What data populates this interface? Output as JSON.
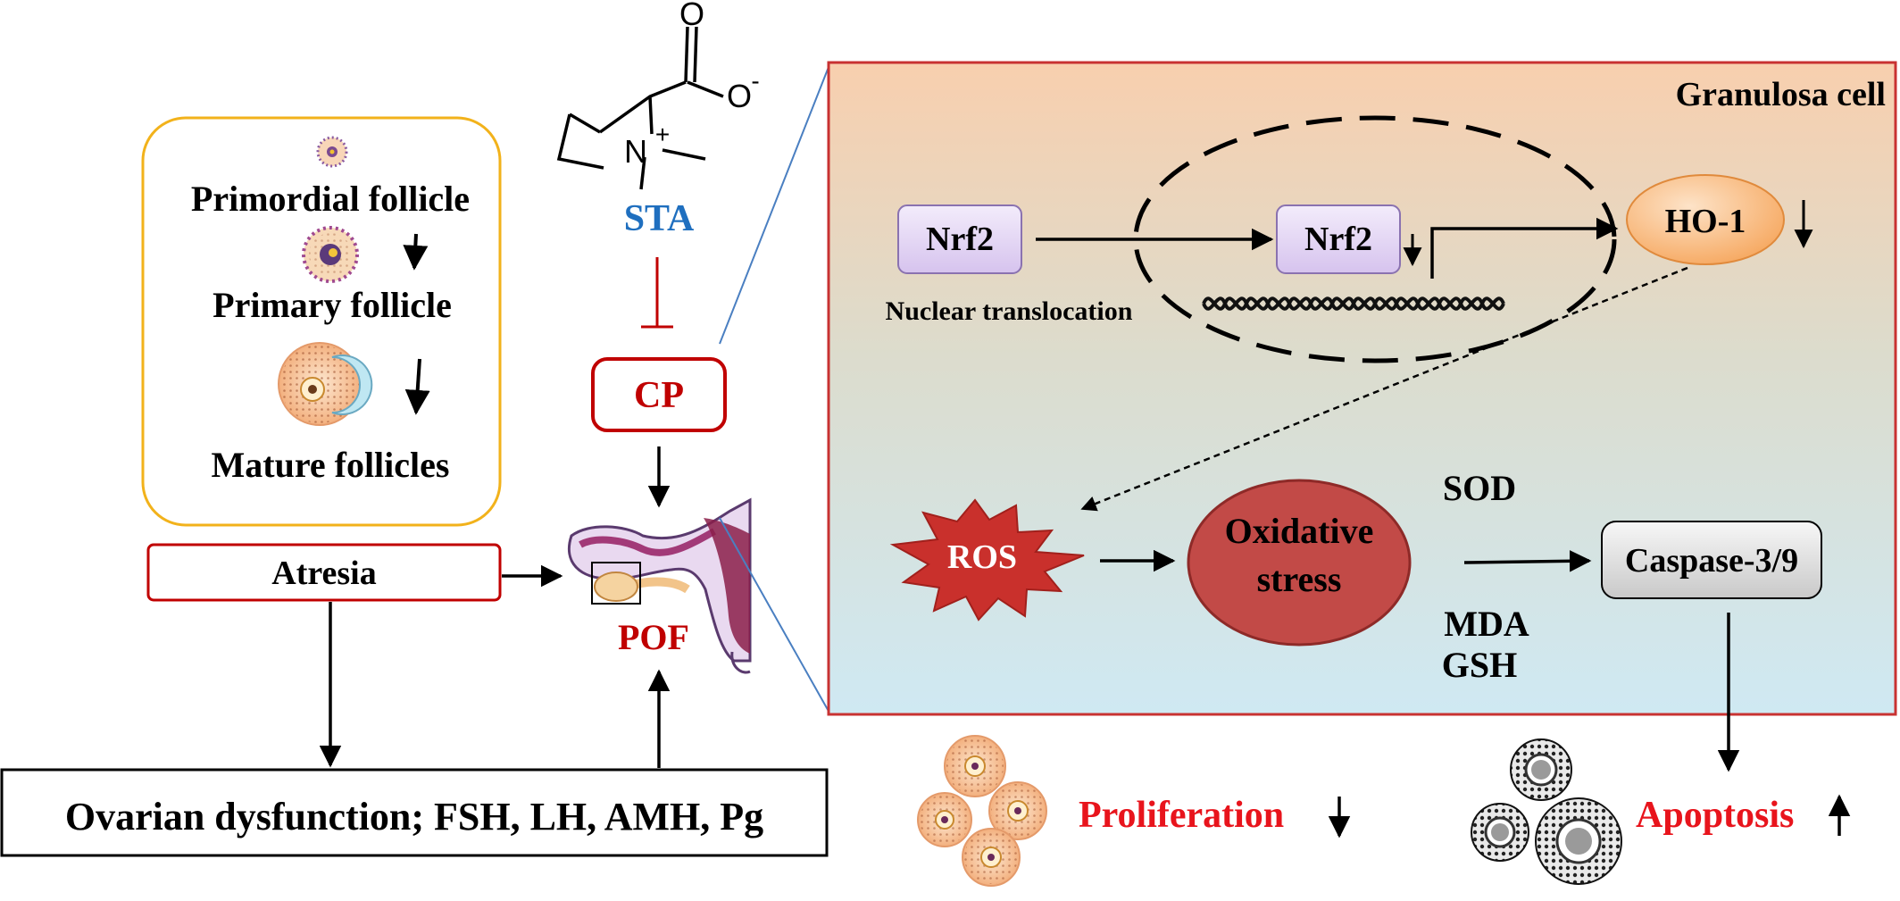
{
  "colors": {
    "red_label": "#c00000",
    "bright_red": "#e8141c",
    "blue_label": "#1f6fbf",
    "follicle_frame": "#f2b21b",
    "cell_box_border": "#c83232",
    "purple_box": "#e4d6f2",
    "ho1_fill": "#fbc48d",
    "oxidative_fill": "#c24a47",
    "ros_fill": "#c9302c"
  },
  "follicles": {
    "primordial": "Primordial follicle",
    "primary": "Primary follicle",
    "mature": "Mature follicles"
  },
  "molecule": {
    "oxygen_top": "O",
    "oxygen_minus": "O",
    "minus": "-",
    "nitrogen": "N",
    "plus": "+",
    "name": "STA"
  },
  "labels": {
    "cp": "CP",
    "atresia": "Atresia",
    "pof": "POF",
    "ovarian": "Ovarian dysfunction; FSH,  LH, AMH, Pg"
  },
  "cell": {
    "title": "Granulosa cell",
    "nrf2_left": "Nrf2",
    "nuclear_translocation": "Nuclear translocation",
    "nrf2_right": "Nrf2",
    "ho1": "HO-1",
    "ros": "ROS",
    "oxidative_line1": "Oxidative",
    "oxidative_line2": "stress",
    "sod": "SOD",
    "mda": "MDA",
    "gsh": "GSH",
    "caspase": "Caspase-3/9"
  },
  "outcomes": {
    "proliferation": "Proliferation",
    "apoptosis": "Apoptosis"
  }
}
